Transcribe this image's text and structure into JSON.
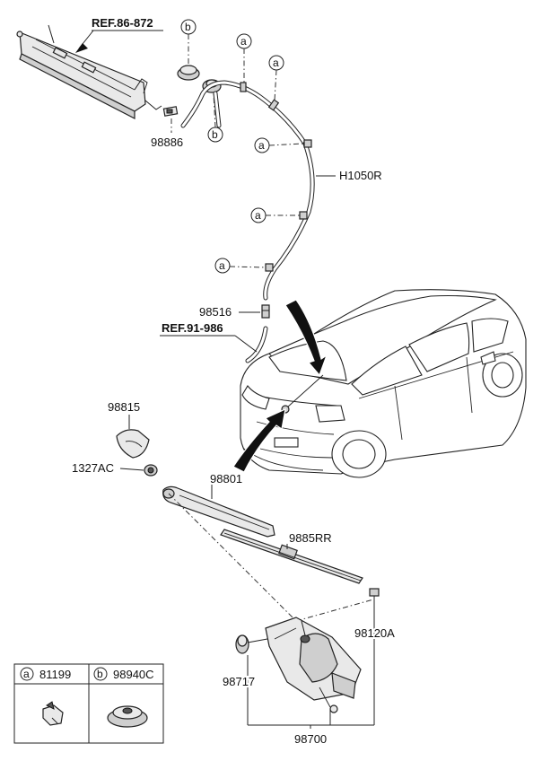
{
  "references": {
    "ref_top": "REF.86-872",
    "ref_mid": "REF.91-986"
  },
  "callout_letters": {
    "a": "a",
    "b": "b"
  },
  "part_labels": {
    "nozzle": "98886",
    "hose_assy": "H1050R",
    "connector": "98516",
    "cap": "98815",
    "nut": "1327AC",
    "wiper_arm": "98801",
    "wiper_blade": "9885RR",
    "bolt": "98120A",
    "grommet": "98717",
    "motor_assy": "98700"
  },
  "legend": {
    "a_letter": "a",
    "a_part": "81199",
    "b_letter": "b",
    "b_part": "98940C"
  }
}
